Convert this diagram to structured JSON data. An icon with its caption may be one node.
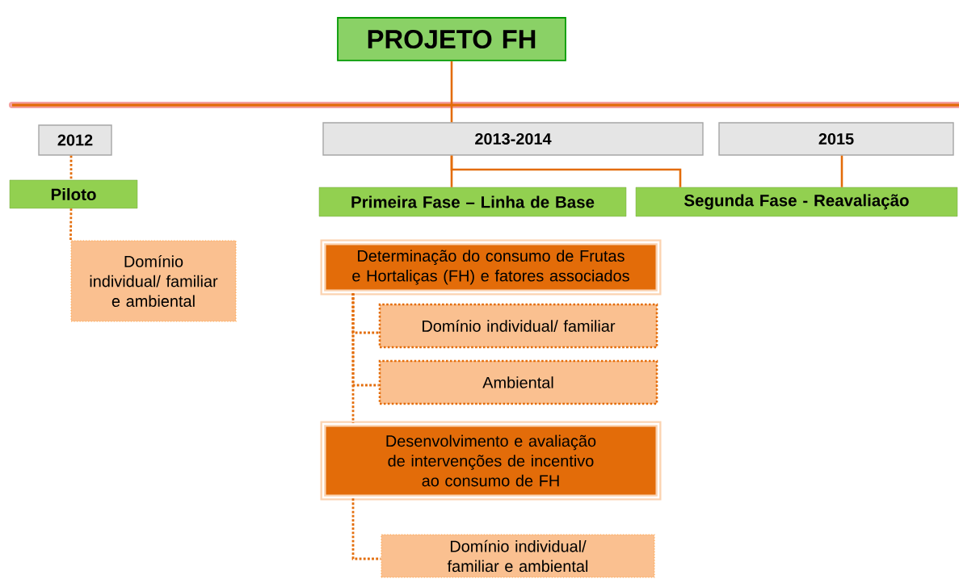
{
  "diagram": {
    "nodes": [
      {
        "text": [
          "PROJETO FH"
        ]
      },
      {
        "text": [
          "2012"
        ]
      },
      {
        "text": [
          "2013-2014"
        ]
      },
      {
        "text": [
          "2015"
        ]
      },
      {
        "text": [
          "Piloto"
        ]
      },
      {
        "text": [
          "Primeira Fase – Linha de Base"
        ]
      },
      {
        "text": [
          "Segunda Fase - Reavaliação"
        ]
      },
      {
        "text": [
          "Domínio individual/ familiar e ambiental"
        ]
      },
      {
        "text": [
          "Determinação do consumo de Frutas e Hortaliças (FH) e fatores associados"
        ]
      },
      {
        "text": [
          "Domínio individual/ familiar"
        ]
      },
      {
        "text": [
          "Ambiental"
        ]
      },
      {
        "text": [
          "Desenvolvimento e avaliação de intervenções de incentivo ao consumo de FH"
        ]
      },
      {
        "text": [
          "Domínio individual/ familiar e ambiental"
        ]
      }
    ],
    "edges": [
      {
        "from": 0,
        "to": 2,
        "arrow": "none"
      },
      {
        "from": 2,
        "to": 5,
        "arrow": "none"
      },
      {
        "from": 2,
        "to": 6,
        "arrow": "none"
      },
      {
        "from": 3,
        "to": 6,
        "arrow": "none"
      },
      {
        "from": 1,
        "to": 4,
        "arrow": "none",
        "style": "dashed"
      },
      {
        "from": 4,
        "to": 7,
        "arrow": "none",
        "style": "dashed"
      },
      {
        "from": 8,
        "to": 9,
        "arrow": "none",
        "style": "dashed"
      },
      {
        "from": 8,
        "to": 10,
        "arrow": "none",
        "style": "dashed"
      },
      {
        "from": 8,
        "to": 11,
        "arrow": "none",
        "style": "dashed"
      },
      {
        "from": 11,
        "to": 12,
        "arrow": "none",
        "style": "dashed"
      }
    ]
  }
}
